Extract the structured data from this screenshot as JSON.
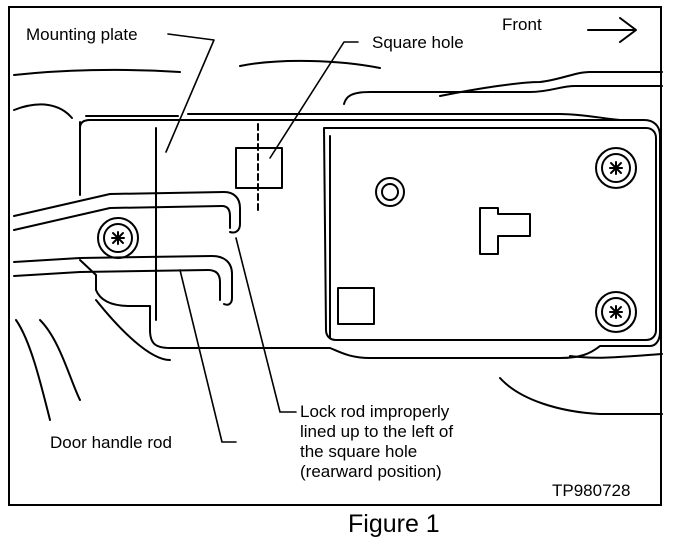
{
  "figure": {
    "caption": "Figure 1",
    "code": "TP980728"
  },
  "labels": {
    "mounting_plate": "Mounting plate",
    "square_hole": "Square hole",
    "front": "Front",
    "door_handle_rod": "Door handle rod",
    "lock_rod_lines": [
      "Lock rod improperly",
      "lined up to the left of",
      "the square hole",
      "(rearward position)"
    ]
  },
  "icons": {
    "front_arrow": "arrow-right-icon",
    "bolt": "bolt-icon"
  }
}
